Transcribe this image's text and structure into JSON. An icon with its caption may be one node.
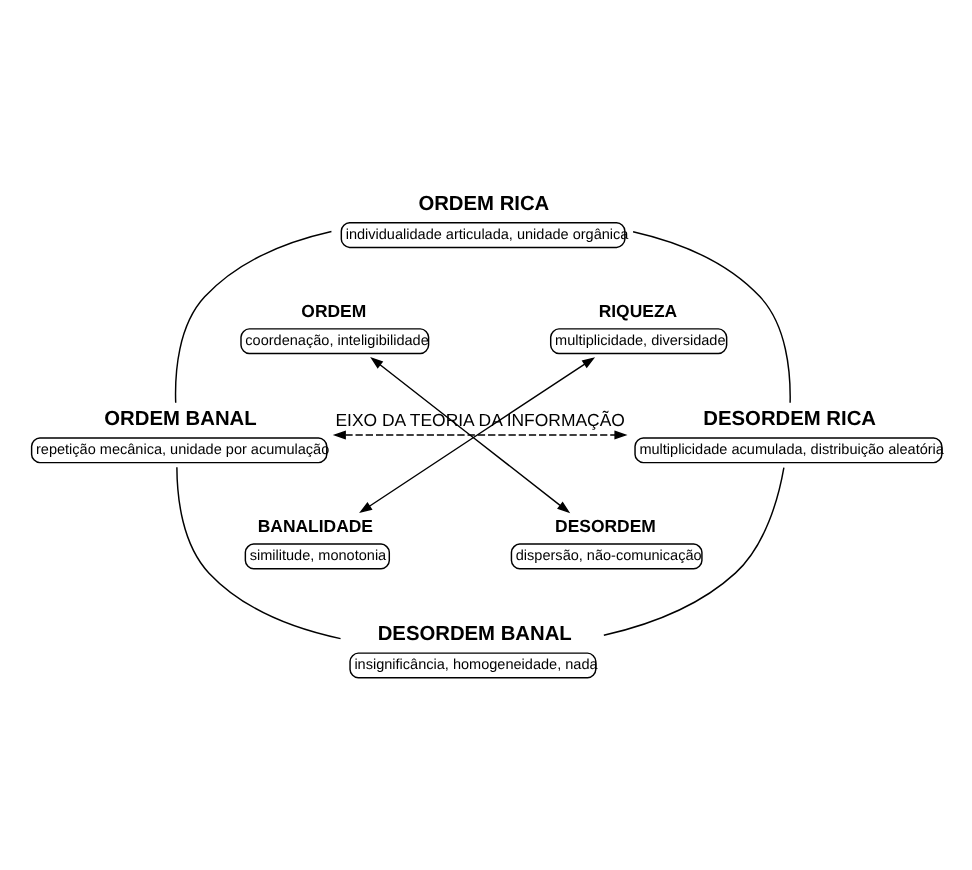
{
  "diagram": {
    "nodes": [
      {
        "text": [
          "ORDEM RICA",
          "individualidade articulada, unidade orgânica"
        ]
      },
      {
        "text": [
          "ORDEM",
          "coordenação, inteligibilidade"
        ]
      },
      {
        "text": [
          "RIQUEZA",
          "multiplicidade, diversidade"
        ]
      },
      {
        "text": [
          "ORDEM BANAL",
          "repetição mecânica, unidade por acumulação"
        ]
      },
      {
        "text": [
          "DESORDEM RICA",
          "multiplicidade acumulada, distribuição aleatória"
        ]
      },
      {
        "text": [
          "BANALIDADE",
          "similitude, monotonia"
        ]
      },
      {
        "text": [
          "DESORDEM",
          "dispersão, não-comunicação"
        ]
      },
      {
        "text": [
          "DESORDEM BANAL",
          "insignificância, homogeneidade, nada"
        ]
      }
    ],
    "edges": [
      {
        "from": 0,
        "to": 3,
        "arrow": "none"
      },
      {
        "from": 0,
        "to": 4,
        "arrow": "none"
      },
      {
        "from": 3,
        "to": 4,
        "arrow": "both",
        "style": "dashed",
        "label": "EIXO DA TEORIA DA INFORMAÇÃO"
      },
      {
        "from": 1,
        "to": 6,
        "arrow": "both"
      },
      {
        "from": 2,
        "to": 5,
        "arrow": "both"
      },
      {
        "from": 3,
        "to": 7,
        "arrow": "none"
      },
      {
        "from": 4,
        "to": 7,
        "arrow": "none"
      }
    ]
  }
}
